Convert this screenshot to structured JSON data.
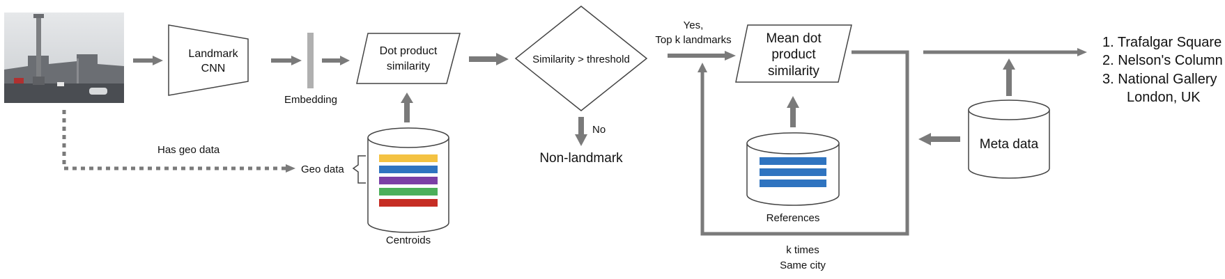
{
  "landmark_cnn": {
    "line1": "Landmark",
    "line2": "CNN"
  },
  "embedding_label": "Embedding",
  "dot_product": {
    "line1": "Dot product",
    "line2": "similarity"
  },
  "decision": {
    "label": "Similarity > threshold"
  },
  "yes_label": {
    "line1": "Yes,",
    "line2": "Top k landmarks"
  },
  "no_label": "No",
  "non_landmark": "Non-landmark",
  "mean_dot": {
    "line1": "Mean dot",
    "line2": "product",
    "line3": "similarity"
  },
  "has_geo_label": "Has geo data",
  "geo_data_label": "Geo data",
  "centroids_label": "Centroids",
  "references_label": "References",
  "meta_data_label": "Meta data",
  "loop_label": {
    "line1": "k times",
    "line2": "Same city"
  },
  "results": [
    "1. Trafalgar Square",
    "2. Nelson's Column",
    "3. National Gallery",
    "London, UK"
  ],
  "colors": {
    "arrow": "#7a7a7a",
    "outline": "#444444",
    "centroid_bars": [
      "#f4c242",
      "#2f74c0",
      "#7b3fa6",
      "#4caf5a",
      "#c62d24"
    ],
    "reference_bar": "#2f74c0",
    "embedding_bar": "#b0b0b0"
  },
  "icons": {
    "input_photo": "trafalgar-square-photo"
  }
}
